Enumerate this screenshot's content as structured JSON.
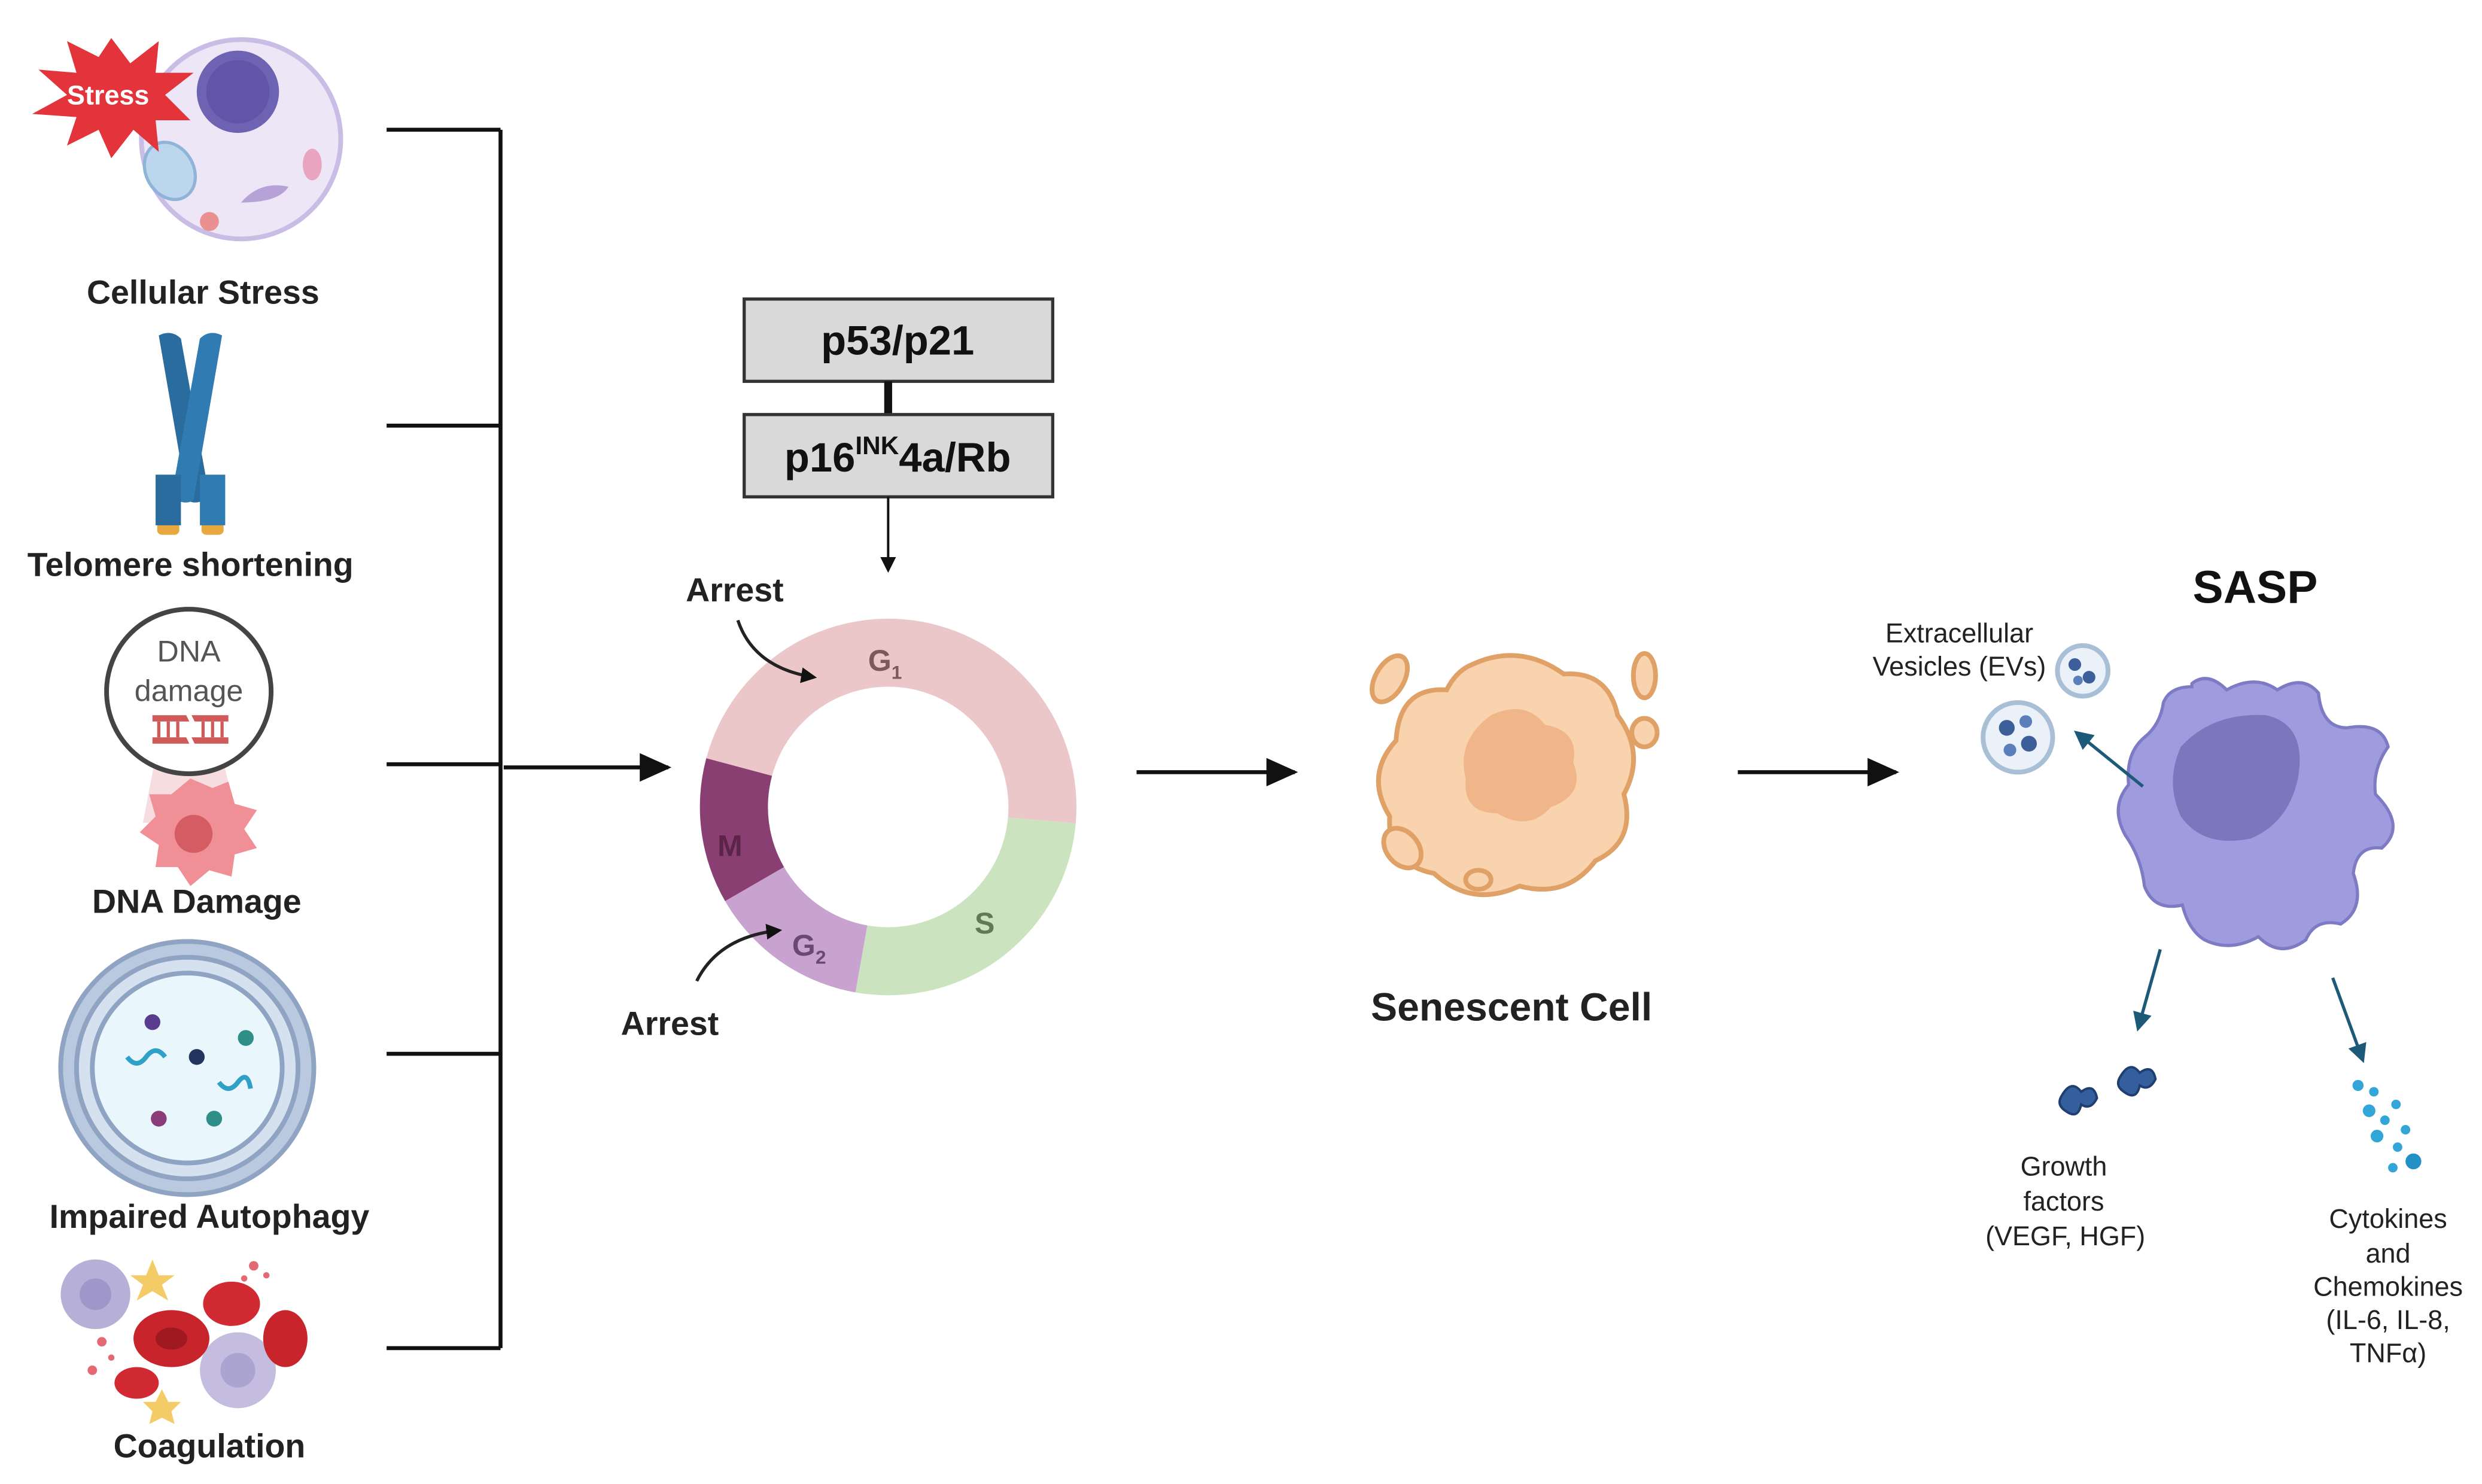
{
  "causes": {
    "cellular_stress": "Cellular Stress",
    "stress_badge": "Stress",
    "telomere": "Telomere shortening",
    "dna_bubble_line1": "DNA",
    "dna_bubble_line2": "damage",
    "dna_damage": "DNA Damage",
    "autophagy": "Impaired Autophagy",
    "coagulation": "Coagulation"
  },
  "pathway": {
    "box1": "p53/p21",
    "box2_main": "p16",
    "box2_sup": "INK",
    "box2_tail": "4a/Rb"
  },
  "cell_cycle": {
    "arrest_top": "Arrest",
    "arrest_bottom": "Arrest",
    "g1": "G",
    "g1_sub": "1",
    "s": "S",
    "g2": "G",
    "g2_sub": "2",
    "m": "M",
    "colors": {
      "g1": "#ecc7c9",
      "s": "#cbe4bf",
      "g2": "#c8a3cf",
      "m": "#8a3f72"
    }
  },
  "senescent": {
    "label": "Senescent Cell"
  },
  "sasp": {
    "title": "SASP",
    "ev_line1": "Extracellular",
    "ev_line2": "Vesicles (EVs)",
    "gf_line1": "Growth",
    "gf_line2": "factors",
    "gf_line3": "(VEGF, HGF)",
    "ck_line1": "Cytokines",
    "ck_line2": "and",
    "ck_line3": "Chemokines",
    "ck_line4": "(IL-6, IL-8,",
    "ck_line5": "TNFα)",
    "colors": {
      "cell": "#9e9bdf",
      "nucleus": "#7b77bf",
      "arrow": "#1d5a78"
    }
  }
}
